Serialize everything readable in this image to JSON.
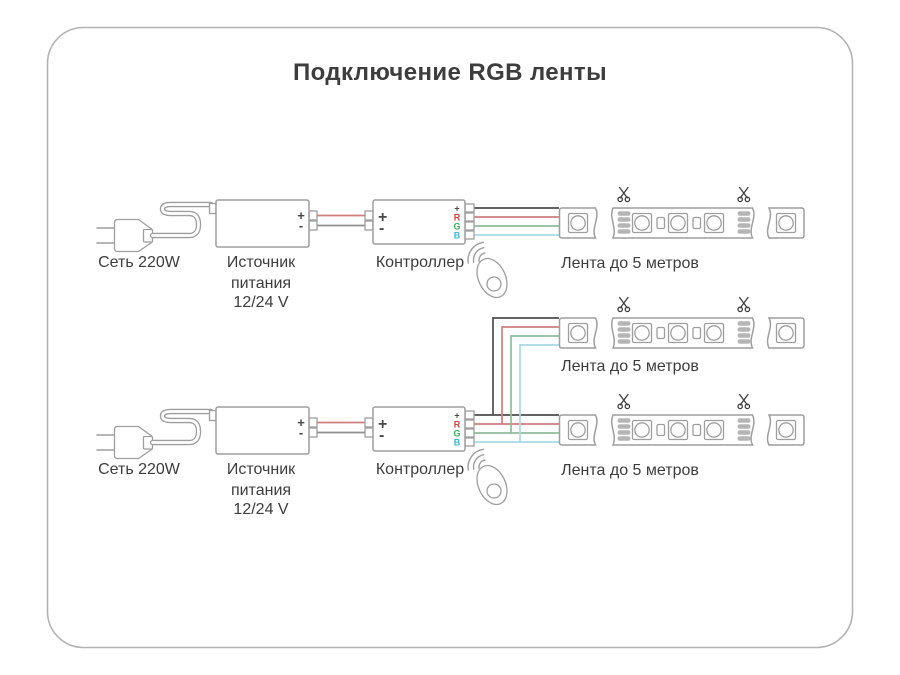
{
  "title": "Подключение RGB ленты",
  "terminals": {
    "plus": "+",
    "minus": "-",
    "red": "R",
    "green": "G",
    "blue": "B"
  },
  "sections": {
    "single": {
      "mains": "Сеть 220W",
      "psu_name_line1": "Источник",
      "psu_name_line2": "питания",
      "psu_voltage": "12/24 V",
      "controller": "Контроллер",
      "strip": "Лента до 5 метров"
    },
    "dual": {
      "mains": "Сеть 220W",
      "psu_name_line1": "Источник",
      "psu_name_line2": "питания",
      "psu_voltage": "12/24 V",
      "controller": "Контроллер",
      "strip_top": "Лента до 5 метров",
      "strip_bottom": "Лента до 5 метров"
    }
  },
  "icons": {
    "scissors": "cut-here-scissors",
    "remote": "rf-remote-control",
    "signal_waves": "remote-signal-waves",
    "plug": "mains-power-plug"
  },
  "colors": {
    "outline": "#9e9e9e",
    "text": "#3d3d3d",
    "wire_plus": "#4d4d4d",
    "wire_minus": "#8f8f8f",
    "wire_red": "#cf7e7e",
    "wire_green": "#8fbc9c",
    "wire_blue": "#a8d8e4",
    "term_red": "#e2403d",
    "term_green": "#35b25c",
    "term_blue": "#3eb5dc",
    "pad_fill": "#b5b5b5"
  }
}
